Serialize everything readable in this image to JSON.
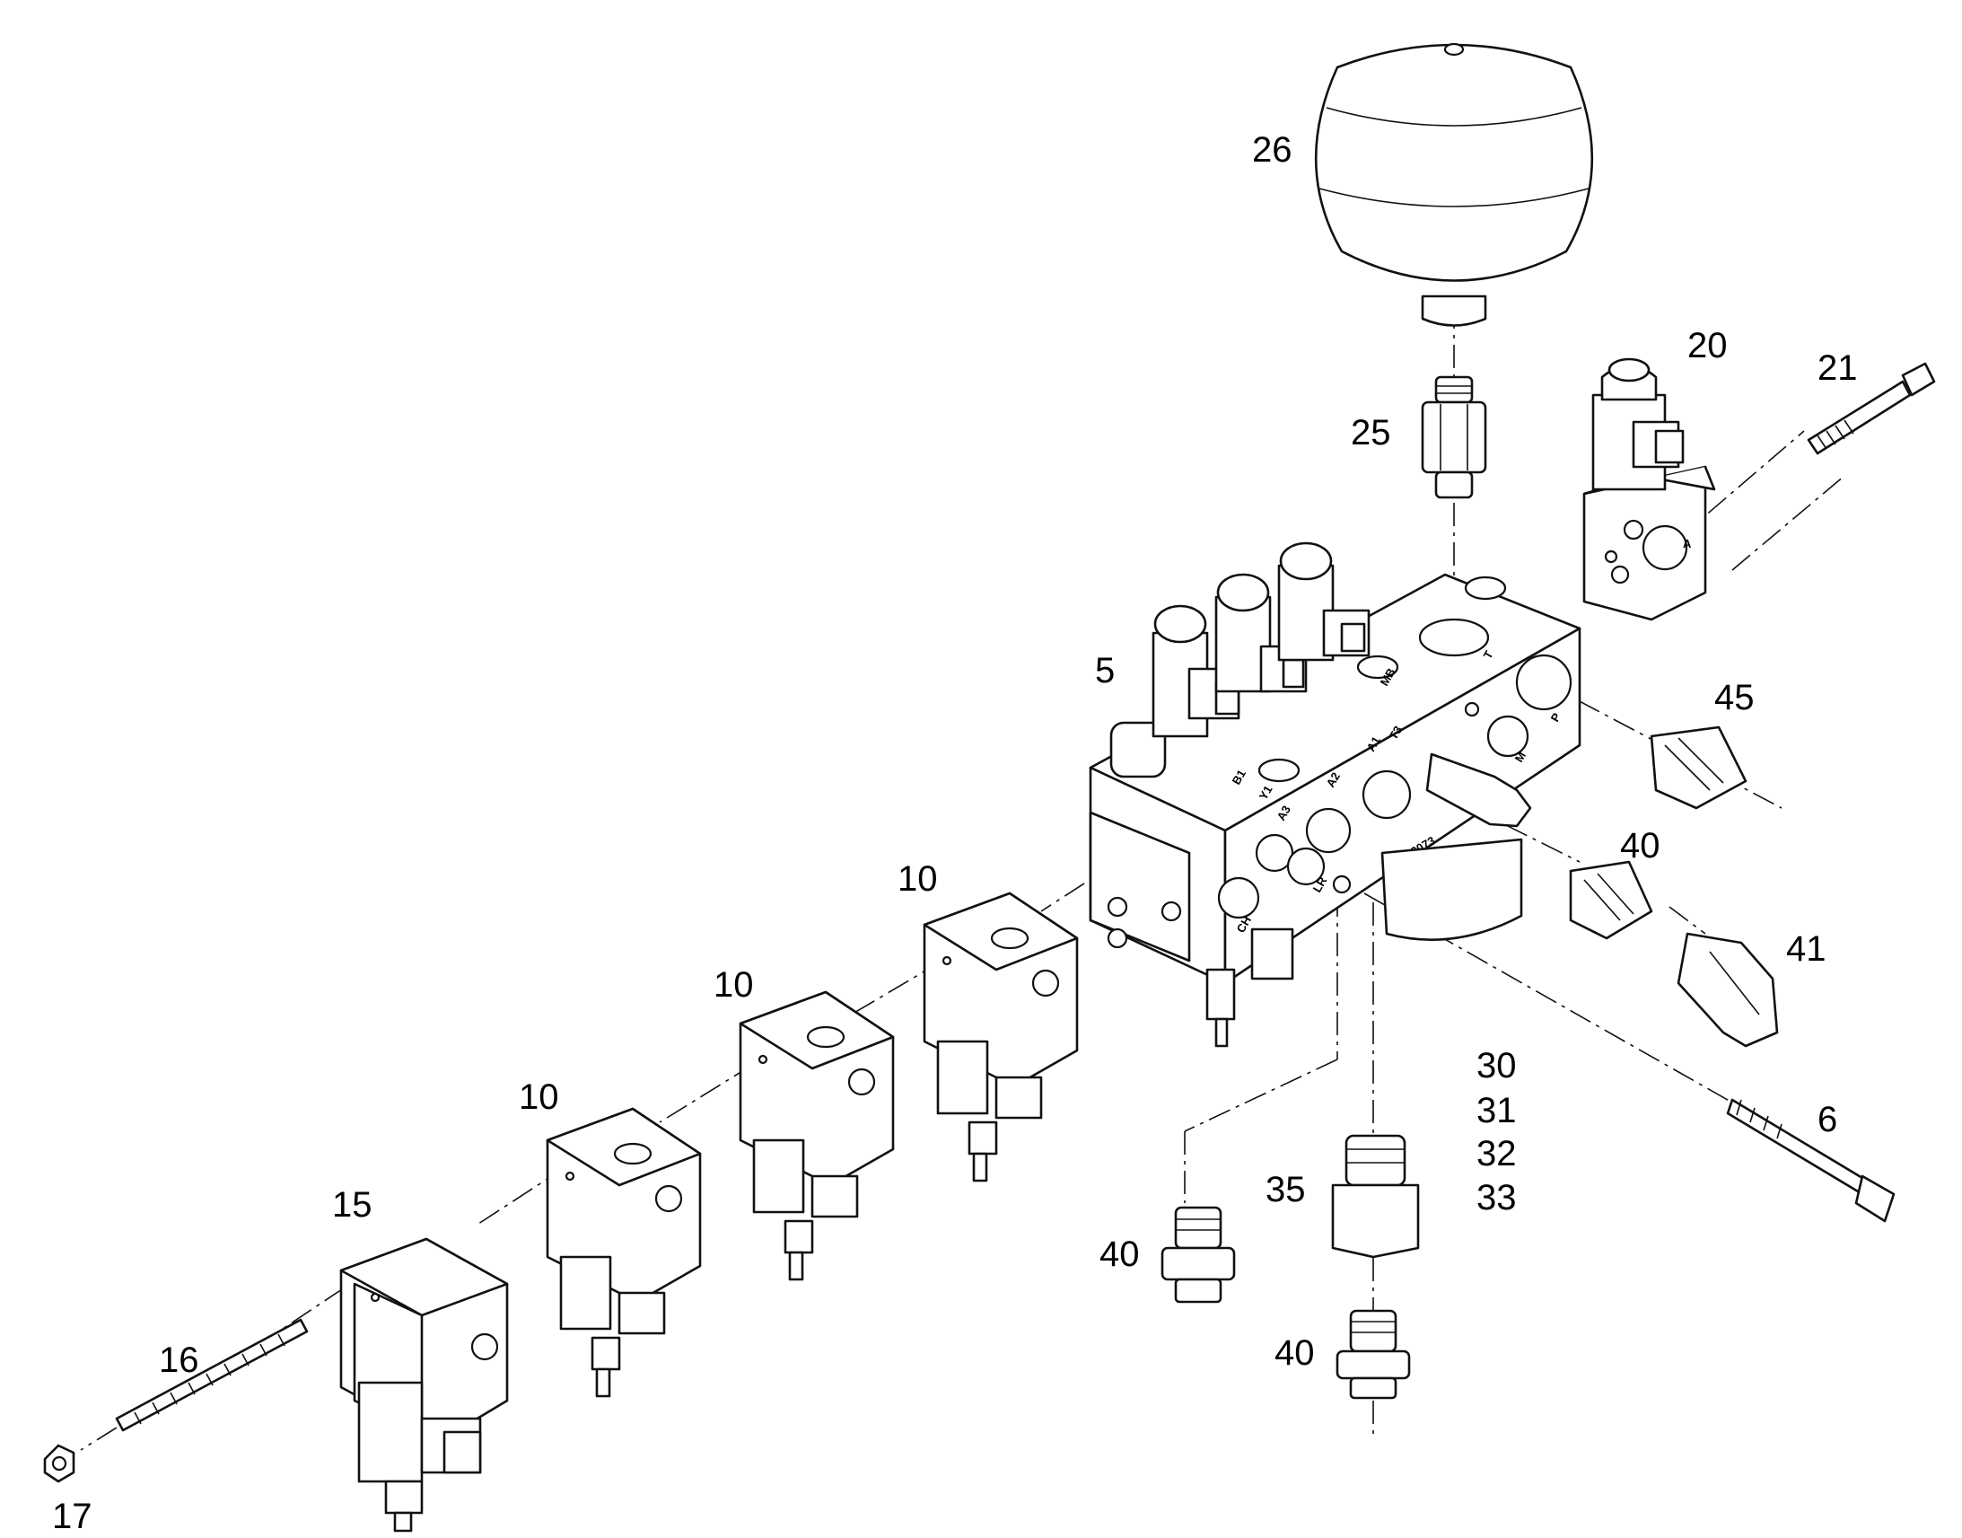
{
  "callouts": {
    "c26": "26",
    "c25": "25",
    "c20": "20",
    "c21": "21",
    "c5": "5",
    "c45": "45",
    "c40_right": "40",
    "c41": "41",
    "c10_a": "10",
    "c10_b": "10",
    "c10_c": "10",
    "c15": "15",
    "c30": "30",
    "c31": "31",
    "c32": "32",
    "c33": "33",
    "c6": "6",
    "c35": "35",
    "c40_left": "40",
    "c40_bottom": "40",
    "c16": "16",
    "c17": "17"
  },
  "port_marks": {
    "p_a1": "A1",
    "p_a2": "A2",
    "p_a3": "A3",
    "p_t3": "T3",
    "p_p": "P",
    "p_m": "M",
    "p_lr": "LR",
    "p_ch": "CH",
    "p_b1": "B1",
    "p_y1": "Y1",
    "p_t": "T",
    "p_mb": "MB",
    "p_code": "CF8073",
    "p_side_a": "A"
  },
  "icons": {
    "accumulator": "accumulator-icon",
    "manifold": "manifold-block-icon",
    "solenoid": "solenoid-valve-icon",
    "fitting": "fitting-icon",
    "bolt": "bolt-icon"
  }
}
